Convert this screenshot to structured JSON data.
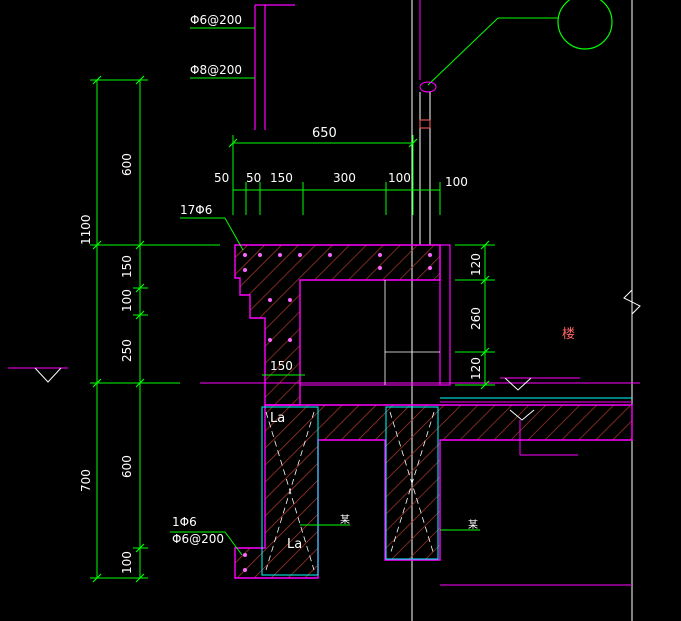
{
  "labels": {
    "bar_top1": "Φ6@200",
    "bar_top2": "Φ8@200",
    "bar_17": "17Φ6",
    "bar_1": "1Φ6",
    "bar_bottom": "Φ6@200",
    "la_top": "La",
    "la_bottom": "La",
    "beam_label_1": "某",
    "beam_label_2": "某",
    "room_label": "楼"
  },
  "dims_top": {
    "overall": "650",
    "d1": "50",
    "d2": "50",
    "d3": "150",
    "d4": "300",
    "d5": "100",
    "d6": "100"
  },
  "dims_left": {
    "total_upper": "1100",
    "total_lower": "700",
    "v600a": "600",
    "v150": "150",
    "v100": "100",
    "v250": "250",
    "v600b": "600",
    "v100b": "100"
  },
  "dims_right": {
    "r120a": "120",
    "r260": "260",
    "r120b": "120"
  },
  "dims_inner": {
    "w150": "150"
  },
  "colors": {
    "background": "#000000",
    "dimension": "#00ff00",
    "concrete": "#ff00ff",
    "hatch": "#c0392b",
    "text": "#ffffff",
    "rebar": "#00ffff",
    "leader": "#00ff00"
  }
}
